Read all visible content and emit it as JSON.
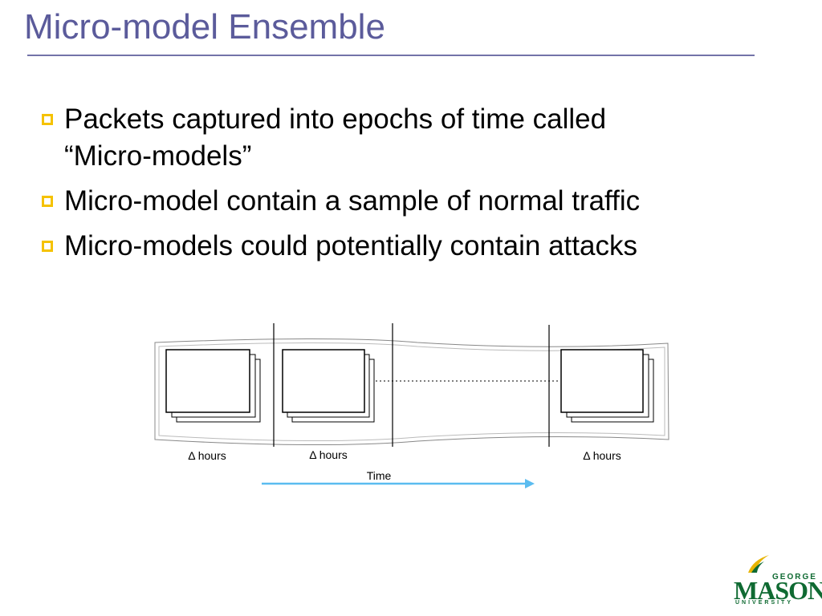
{
  "slide": {
    "title": "Micro-model Ensemble",
    "bullets": [
      {
        "line1": "Packets captured into epochs of time called",
        "line2": "“Micro-models”"
      },
      {
        "line1": "Micro-model contain a sample of normal traffic",
        "line2": ""
      },
      {
        "line1": "Micro-models could potentially contain attacks",
        "line2": ""
      }
    ]
  },
  "diagram": {
    "epoch_labels": [
      "Δ hours",
      "Δ hours",
      "Δ hours"
    ],
    "time_label": "Time",
    "arrow_color": "#5bbcf0"
  },
  "logo": {
    "top": "GEORGE",
    "main": "MASON",
    "bottom": "UNIVERSITY",
    "color": "#0f6a32",
    "accent": "#e8b400"
  }
}
